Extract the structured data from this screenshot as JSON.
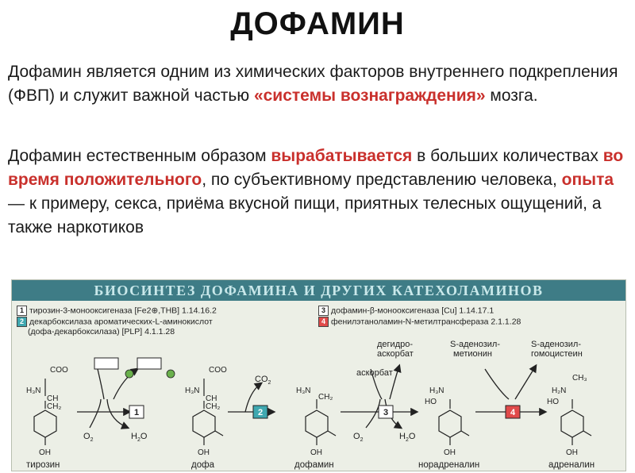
{
  "title": "ДОФАМИН",
  "paragraph1": {
    "part1": "Дофамин является одним из химических факторов внутреннего подкрепления (ФВП) и служит важной частью ",
    "emphasis1": "«системы вознаграждения»",
    "part2": " мозга."
  },
  "paragraph2": {
    "part1": "Дофамин естественным образом ",
    "emphasis1": "вырабатывается",
    "part2": " в больших количествах ",
    "emphasis2": "во время положительного",
    "part3": ", по субъективному представлению человека, ",
    "emphasis3": "опыта",
    "part4": " — к примеру, секса, приёма вкусной пищи, приятных телесных ощущений, а также наркотиков"
  },
  "figure": {
    "banner": "БИОСИНТЕЗ ДОФАМИНА И ДРУГИХ КАТЕХОЛАМИНОВ",
    "enzymes": [
      {
        "num": "1",
        "text": "тирозин-3-монооксигеназа [Fe2⊕,THB] 1.14.16.2"
      },
      {
        "num": "2",
        "text": "декарбоксилаза ароматических-L-аминокислот"
      },
      {
        "num": "",
        "text": "(дофа-декарбоксилаза) [PLP] 4.1.1.28"
      },
      {
        "num": "3",
        "text": "дофамин-β-монооксигеназа [Cu] 1.14.17.1"
      },
      {
        "num": "4",
        "text": "фенилэтаноламин-N-метилтрансфераза 2.1.1.28"
      }
    ],
    "compounds": [
      "тирозин",
      "дофа",
      "дофамин",
      "норадреналин",
      "адреналин"
    ],
    "reagents": {
      "o2": "O",
      "o2_sub": "2",
      "h2o_h": "H",
      "h2o_sub": "2",
      "h2o_o": "O",
      "co2": "CO",
      "co2_sub": "2",
      "ascorbate": "аскорбат",
      "dehydroascorbate_line1": "дегидро-",
      "dehydroascorbate_line2": "аскорбат",
      "sam_line1": "S-аденозил-",
      "sam_line2": "метионин",
      "sah_line1": "S-аденозил-",
      "sah_line2": "гомоцистеин"
    },
    "labels": {
      "coo": "COO",
      "nh3": "H₃N",
      "hn": "H₂N",
      "oh": "OH",
      "ho": "HO",
      "ch3": "CH₃",
      "ch": "CH",
      "ch2": "CH₂"
    },
    "colors": {
      "banner": "#3e7c86",
      "step1": "#ffffff",
      "step2": "#3fa8b0",
      "step3": "#ffffff",
      "step4": "#e04a4a",
      "coenzyme": "#6ab04c"
    }
  }
}
